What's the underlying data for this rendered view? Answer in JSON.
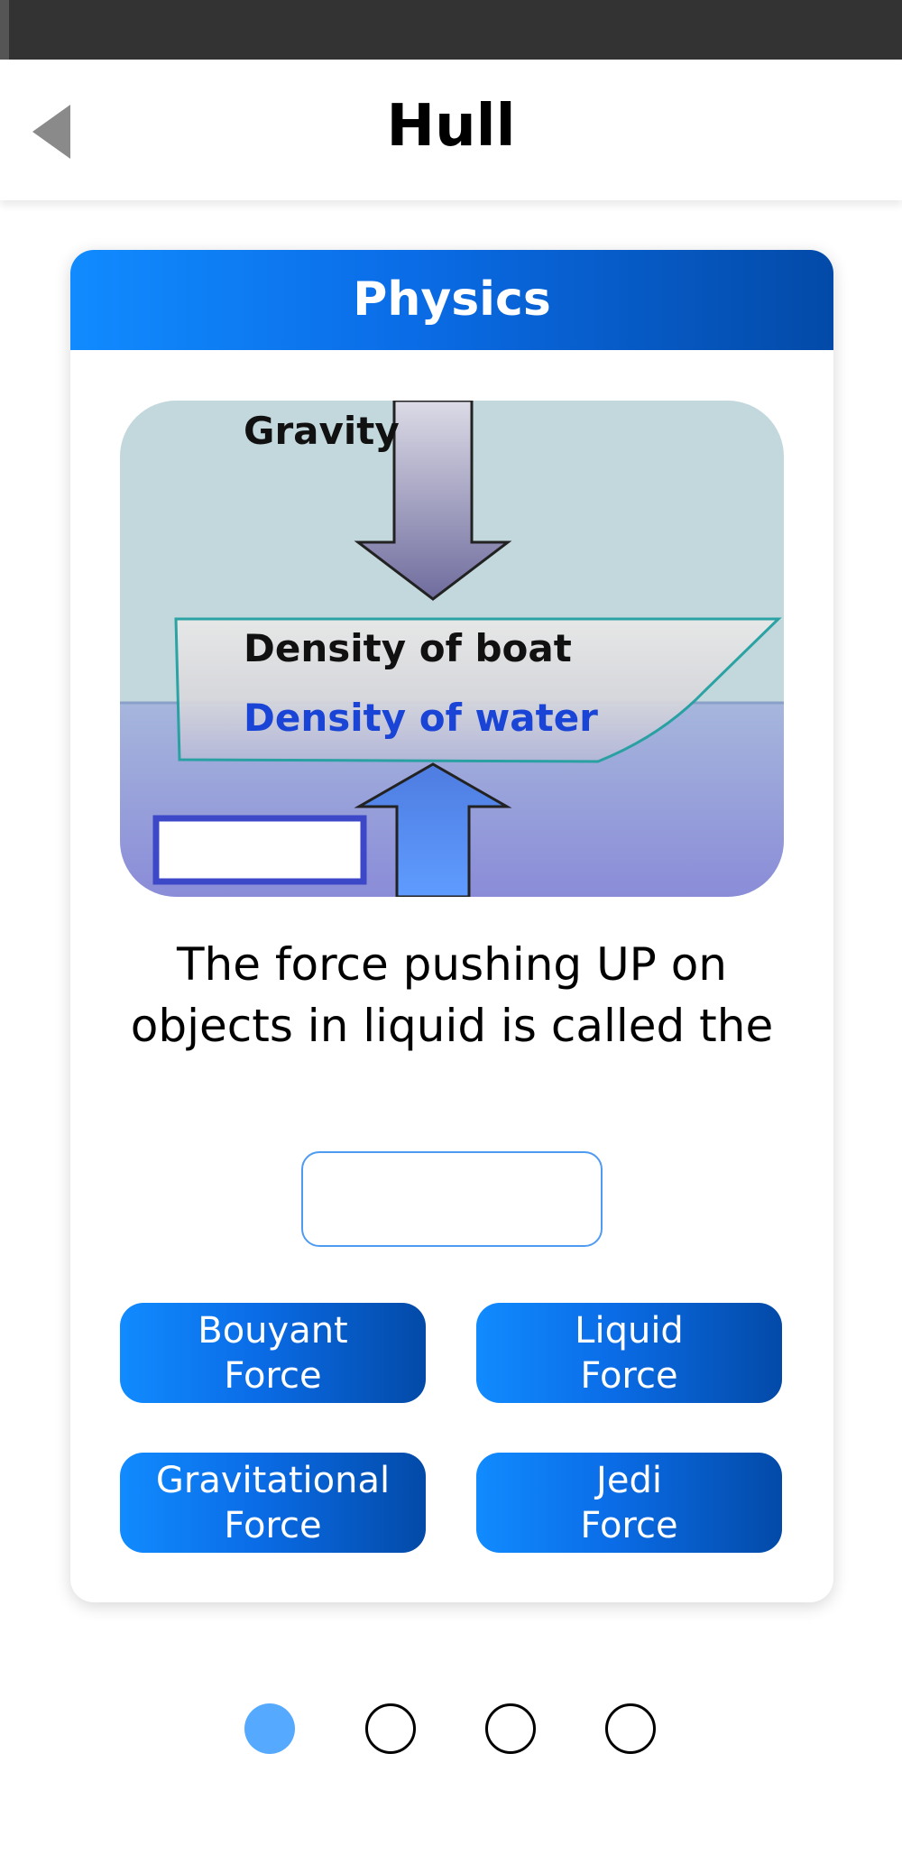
{
  "header": {
    "title": "Hull"
  },
  "card": {
    "subject": "Physics",
    "figure": {
      "label_gravity": "Gravity",
      "label_density_boat": "Density of boat",
      "label_density_water": "Density of water",
      "colors": {
        "sky": "#c2d8dc",
        "water_top": "#a6b6dc",
        "water_bottom": "#8a8cd8",
        "gravity_arrow_top": "#dcdbe6",
        "gravity_arrow_bottom": "#6f6c9e",
        "buoyant_arrow_top": "#4f7ce0",
        "buoyant_arrow_bottom": "#5f9cff",
        "density_water_text": "#1a44d6",
        "hull_outline": "#23a0a0",
        "answer_slot_border": "#3c48c8"
      }
    },
    "question": "The force pushing UP on objects in liquid is called the",
    "options": [
      {
        "line1": "Bouyant",
        "line2": "Force"
      },
      {
        "line1": "Liquid",
        "line2": "Force"
      },
      {
        "line1": "Gravitational",
        "line2": "Force"
      },
      {
        "line1": "Jedi",
        "line2": "Force"
      }
    ]
  },
  "pagination": {
    "total": 4,
    "current": 1
  },
  "theme": {
    "button_gradient_start": "#118bff",
    "button_gradient_end": "#034aa8",
    "active_dot": "#55aaff"
  }
}
